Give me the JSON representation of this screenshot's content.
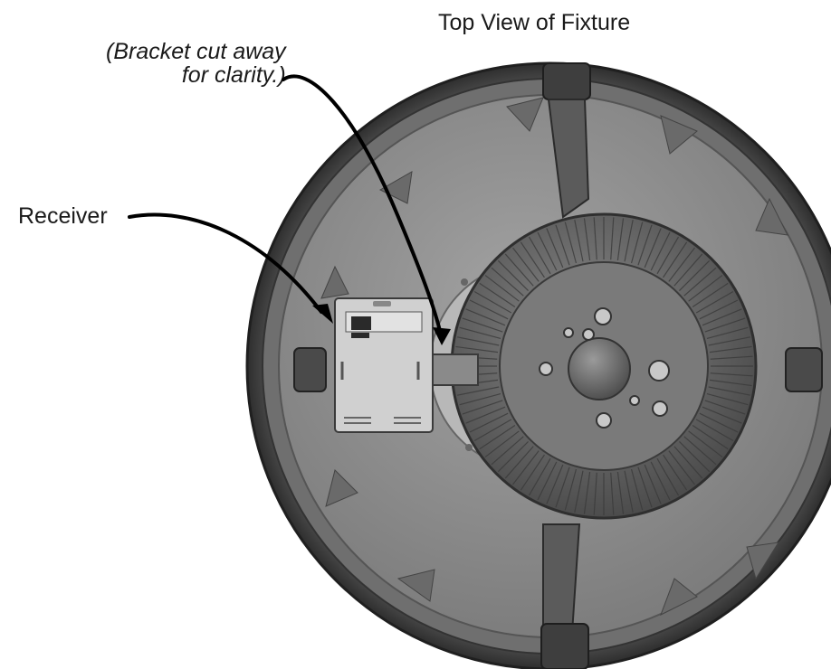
{
  "title": "Top View of Fixture",
  "callouts": {
    "bracket_note_line1": "(Bracket cut away",
    "bracket_note_line2": "for clarity.)",
    "receiver": "Receiver"
  },
  "colors": {
    "outer_rim": "#4a4a4a",
    "bowl": "#8e8e8e",
    "dome": "#6a6a6a",
    "receiver_box": "#c9c9c9",
    "arrow": "#000000"
  }
}
